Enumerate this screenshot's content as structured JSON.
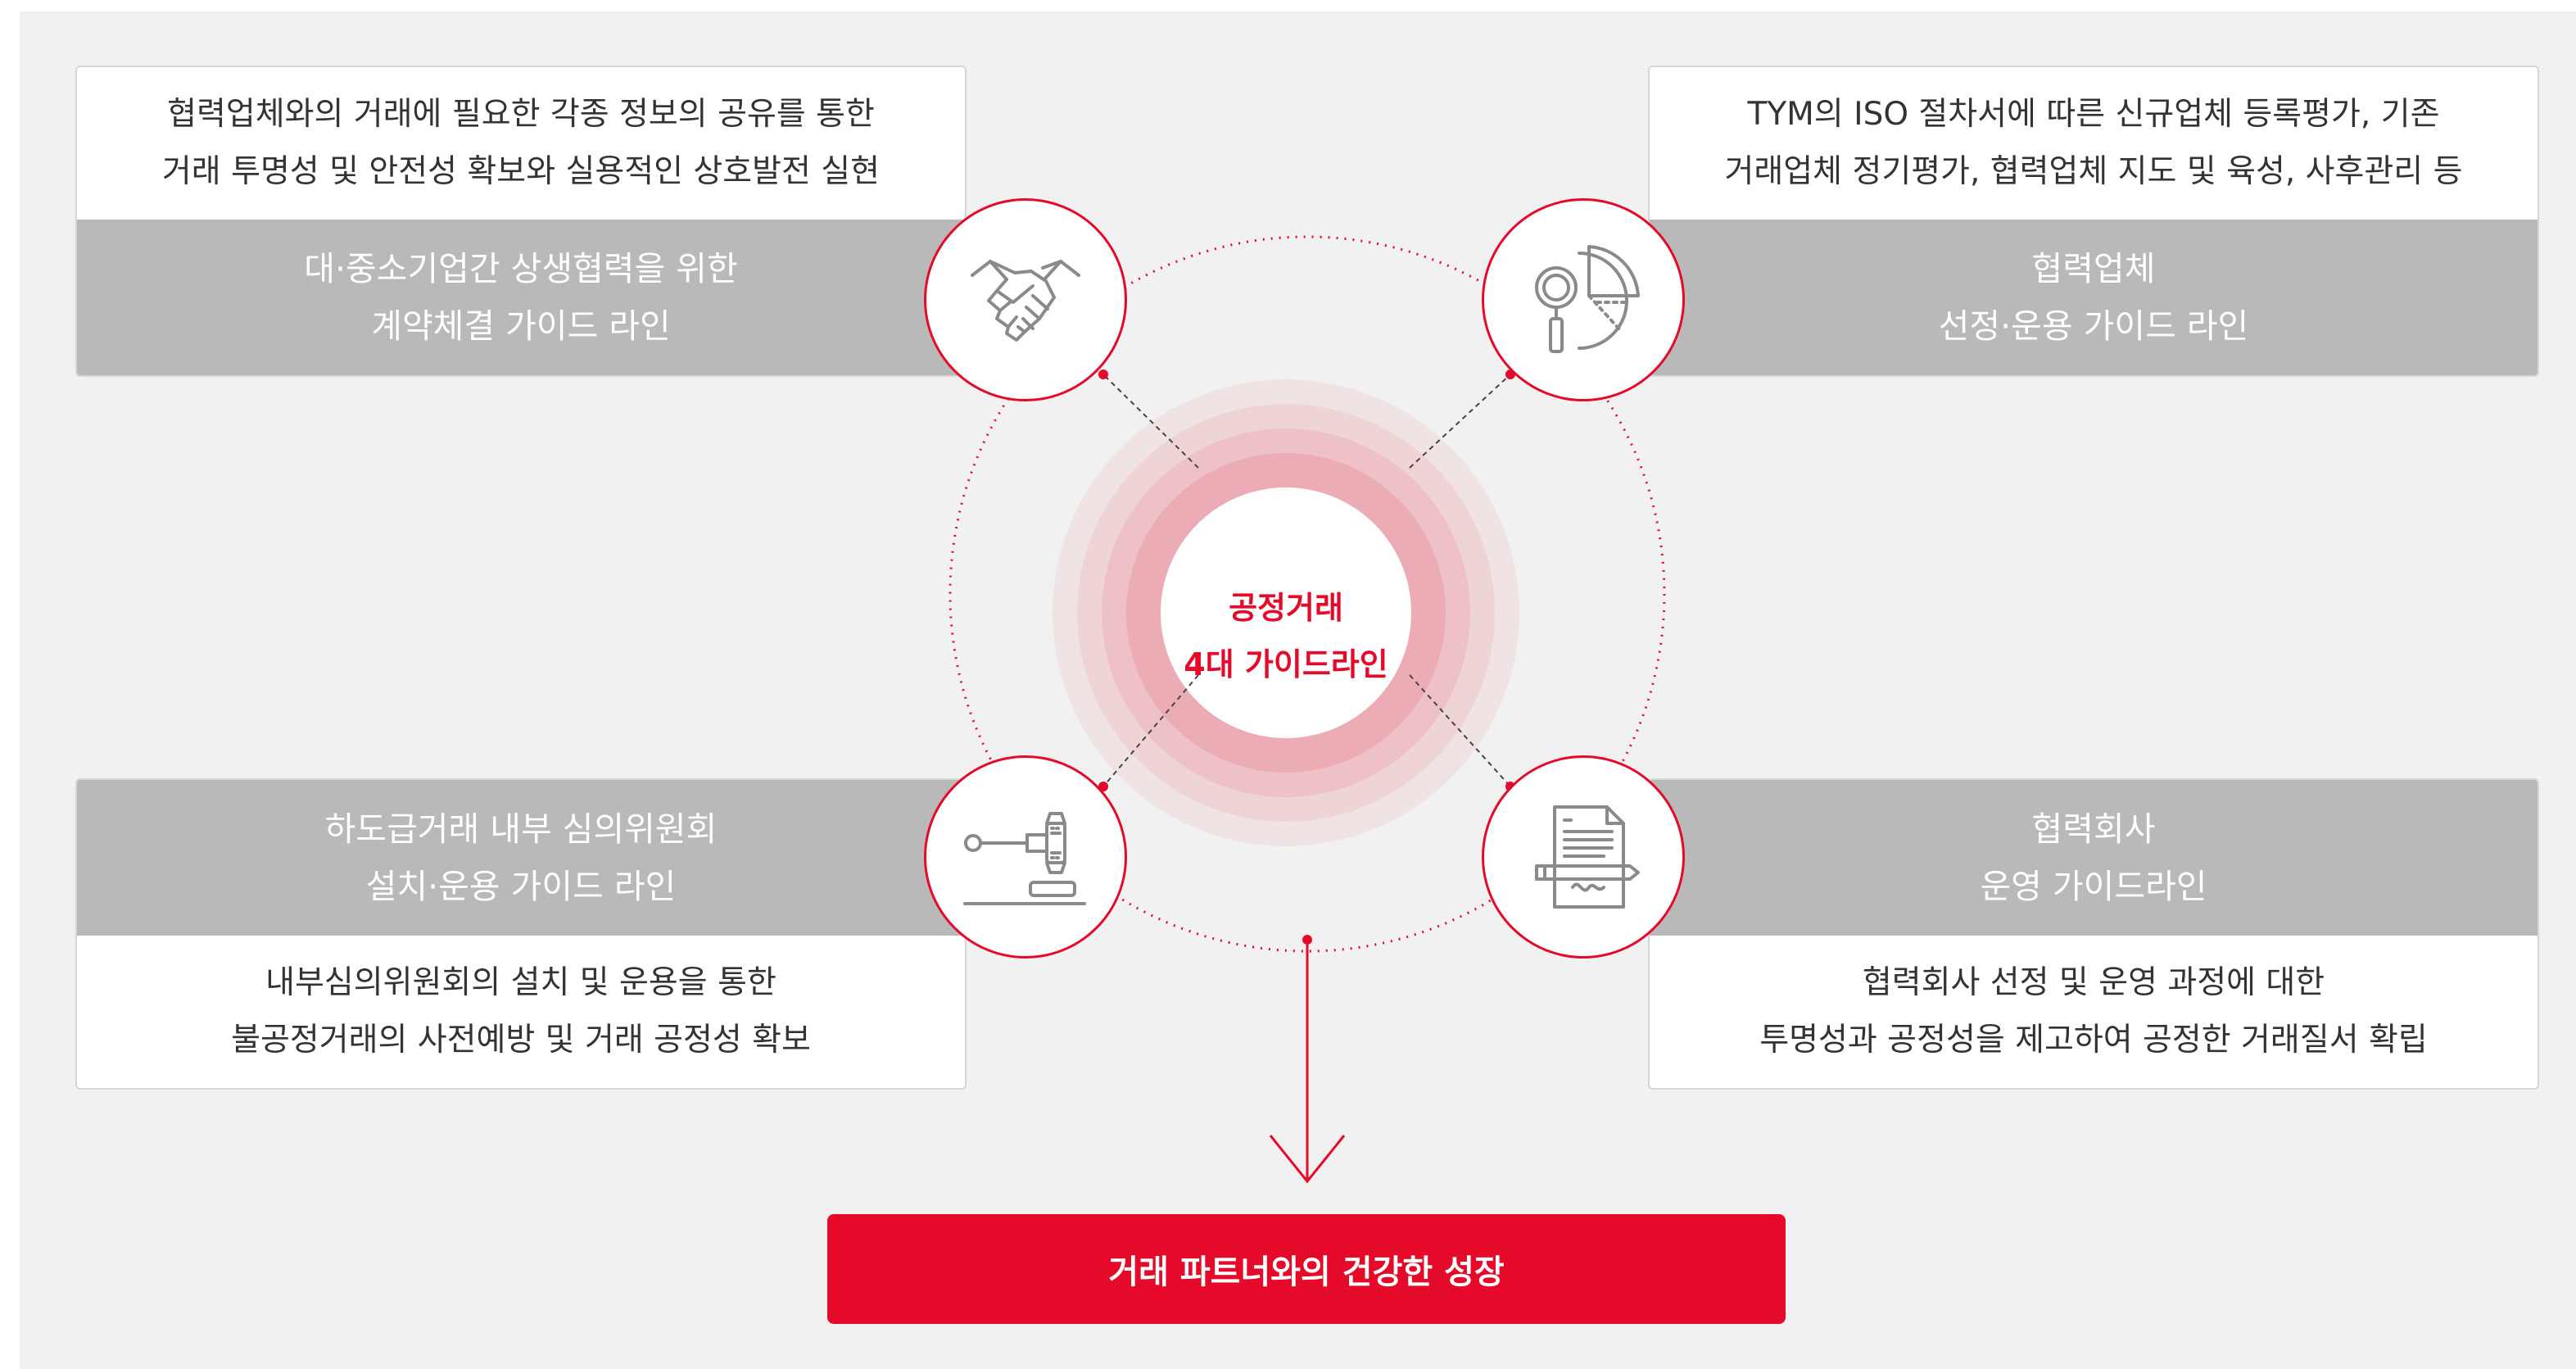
{
  "center": {
    "line1": "공정거래",
    "line2": "4대 가이드라인"
  },
  "guidelines": {
    "top_left": {
      "desc_line1": "협력업체와의 거래에 필요한 각종 정보의 공유를 통한",
      "desc_line2": "거래 투명성 및 안전성 확보와 실용적인 상호발전 실현",
      "title_line1": "대·중소기업간 상생협력을 위한",
      "title_line2": "계약체결 가이드 라인",
      "icon": "handshake-icon"
    },
    "top_right": {
      "desc_line1": "TYM의 ISO 절차서에 따른 신규업체 등록평가, 기존",
      "desc_line2": "거래업체 정기평가, 협력업체 지도 및 육성, 사후관리 등",
      "title_line1": "협력업체",
      "title_line2": "선정·운용 가이드 라인",
      "icon": "magnifier-pie-chart-icon"
    },
    "bottom_left": {
      "title_line1": "하도급거래 내부 심의위원회",
      "title_line2": "설치·운용 가이드 라인",
      "desc_line1": "내부심의위원회의 설치 및 운용을 통한",
      "desc_line2": "불공정거래의 사전예방 및 거래 공정성 확보",
      "icon": "gavel-icon"
    },
    "bottom_right": {
      "title_line1": "협력회사",
      "title_line2": "운영 가이드라인",
      "desc_line1": "협력회사 선정 및 운영 과정에 대한",
      "desc_line2": "투명성과 공정성을 제고하여 공정한 거래질서 확립",
      "icon": "contract-document-pen-icon"
    }
  },
  "result": "거래 파트너와의 건강한 성장",
  "colors": {
    "accent": "#e60a2a",
    "card_title_bg": "#b9b9b9",
    "background": "#f1f1f1"
  }
}
